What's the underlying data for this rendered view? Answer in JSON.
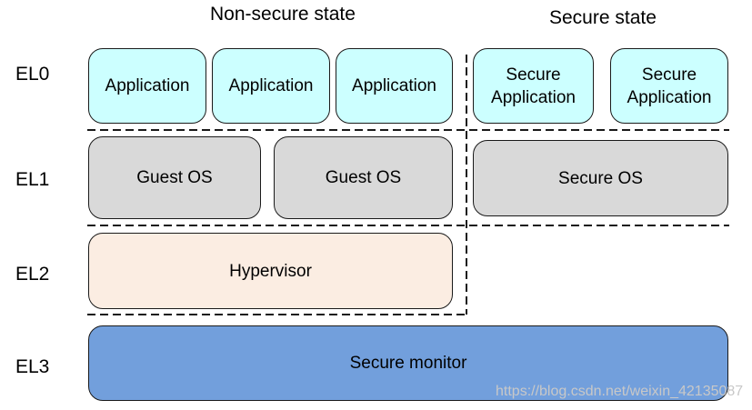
{
  "headers": {
    "non_secure": "Non-secure state",
    "secure": "Secure state"
  },
  "levels": {
    "el0": "EL0",
    "el1": "EL1",
    "el2": "EL2",
    "el3": "EL3"
  },
  "el0": {
    "non_secure_apps": [
      "Application",
      "Application",
      "Application"
    ],
    "secure_apps": [
      [
        "Secure",
        "Application"
      ],
      [
        "Secure",
        "Application"
      ]
    ]
  },
  "el1": {
    "guest_os": [
      "Guest OS",
      "Guest OS"
    ],
    "secure_os": "Secure OS"
  },
  "el2": {
    "hypervisor": "Hypervisor"
  },
  "el3": {
    "secure_monitor": "Secure monitor"
  },
  "watermark": "https://blog.csdn.net/weixin_42135087",
  "colors": {
    "application": "#ccffff",
    "os": "#d9d9d9",
    "hypervisor": "#fbede2",
    "secure_monitor": "#729fdc"
  }
}
